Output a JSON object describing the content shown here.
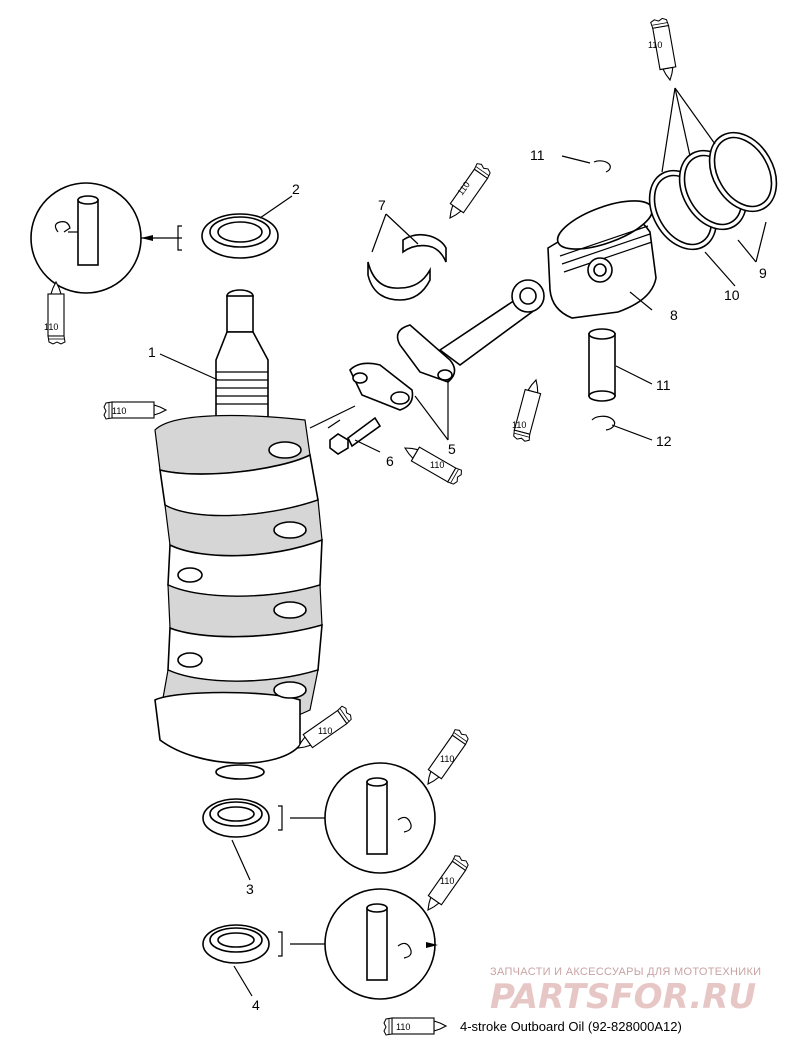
{
  "callouts": [
    "1",
    "2",
    "3",
    "4",
    "5",
    "6",
    "7",
    "8",
    "9",
    "10",
    "11",
    "11",
    "12"
  ],
  "lubricant_code": "110",
  "legend": "4-stroke Outboard Oil (92-828000A12)",
  "watermark": {
    "line1": "ЗАПЧАСТИ И АКСЕССУАРЫ ДЛЯ МОТОТЕХНИКИ",
    "line2": "PARTSFOR.RU"
  }
}
